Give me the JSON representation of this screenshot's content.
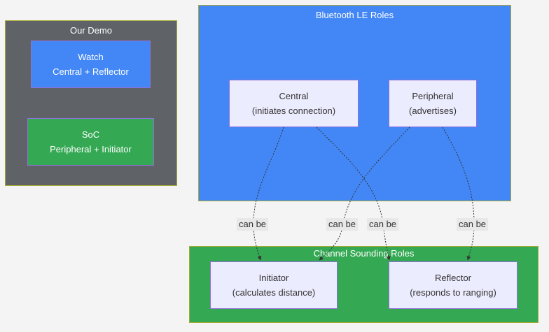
{
  "demo": {
    "title": "Our Demo",
    "watch": {
      "line1": "Watch",
      "line2": "Central + Reflector"
    },
    "soc": {
      "line1": "SoC",
      "line2": "Peripheral + Initiator"
    }
  },
  "ble": {
    "title": "Bluetooth LE Roles",
    "central": {
      "line1": "Central",
      "line2": "(initiates connection)"
    },
    "peripheral": {
      "line1": "Peripheral",
      "line2": "(advertises)"
    }
  },
  "cs": {
    "title": "Channel Sounding Roles",
    "initiator": {
      "line1": "Initiator",
      "line2": "(calculates distance)"
    },
    "reflector": {
      "line1": "Reflector",
      "line2": "(responds to ranging)"
    }
  },
  "edges": [
    {
      "from": "Central",
      "to": "Initiator",
      "label": "can be"
    },
    {
      "from": "Peripheral",
      "to": "Initiator",
      "label": "can be"
    },
    {
      "from": "Central",
      "to": "Reflector",
      "label": "can be"
    },
    {
      "from": "Peripheral",
      "to": "Reflector",
      "label": "can be"
    }
  ],
  "colors": {
    "demo_bg": "#5f6368",
    "ble_bg": "#4287f5",
    "cs_bg": "#34a853",
    "node_light": "#ececff",
    "node_border": "#9370db"
  }
}
